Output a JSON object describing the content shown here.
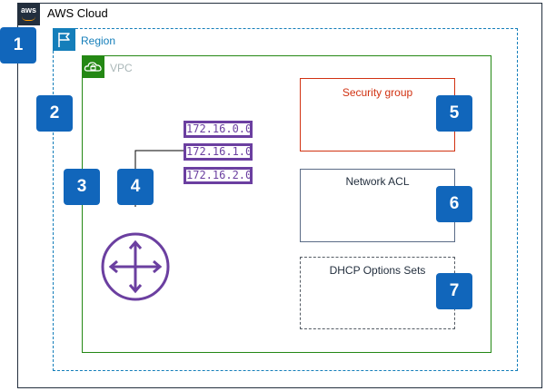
{
  "aws_cloud": {
    "logo": "aws",
    "title": "AWS Cloud"
  },
  "region": {
    "title": "Region"
  },
  "vpc": {
    "title": "VPC"
  },
  "security_group": {
    "title": "Security group"
  },
  "network_acl": {
    "title": "Network ACL"
  },
  "dhcp": {
    "title": "DHCP Options Sets"
  },
  "badges": [
    "1",
    "2",
    "3",
    "4",
    "5",
    "6",
    "7"
  ],
  "route_table": [
    "172.16.0.0",
    "172.16.1.0",
    "172.16.2.0"
  ],
  "colors": {
    "aws_dark": "#232f3e",
    "region_blue": "#147eba",
    "vpc_green": "#248814",
    "security_red": "#d13212",
    "badge_blue": "#1166bb",
    "router_purple": "#6b3fa0"
  }
}
